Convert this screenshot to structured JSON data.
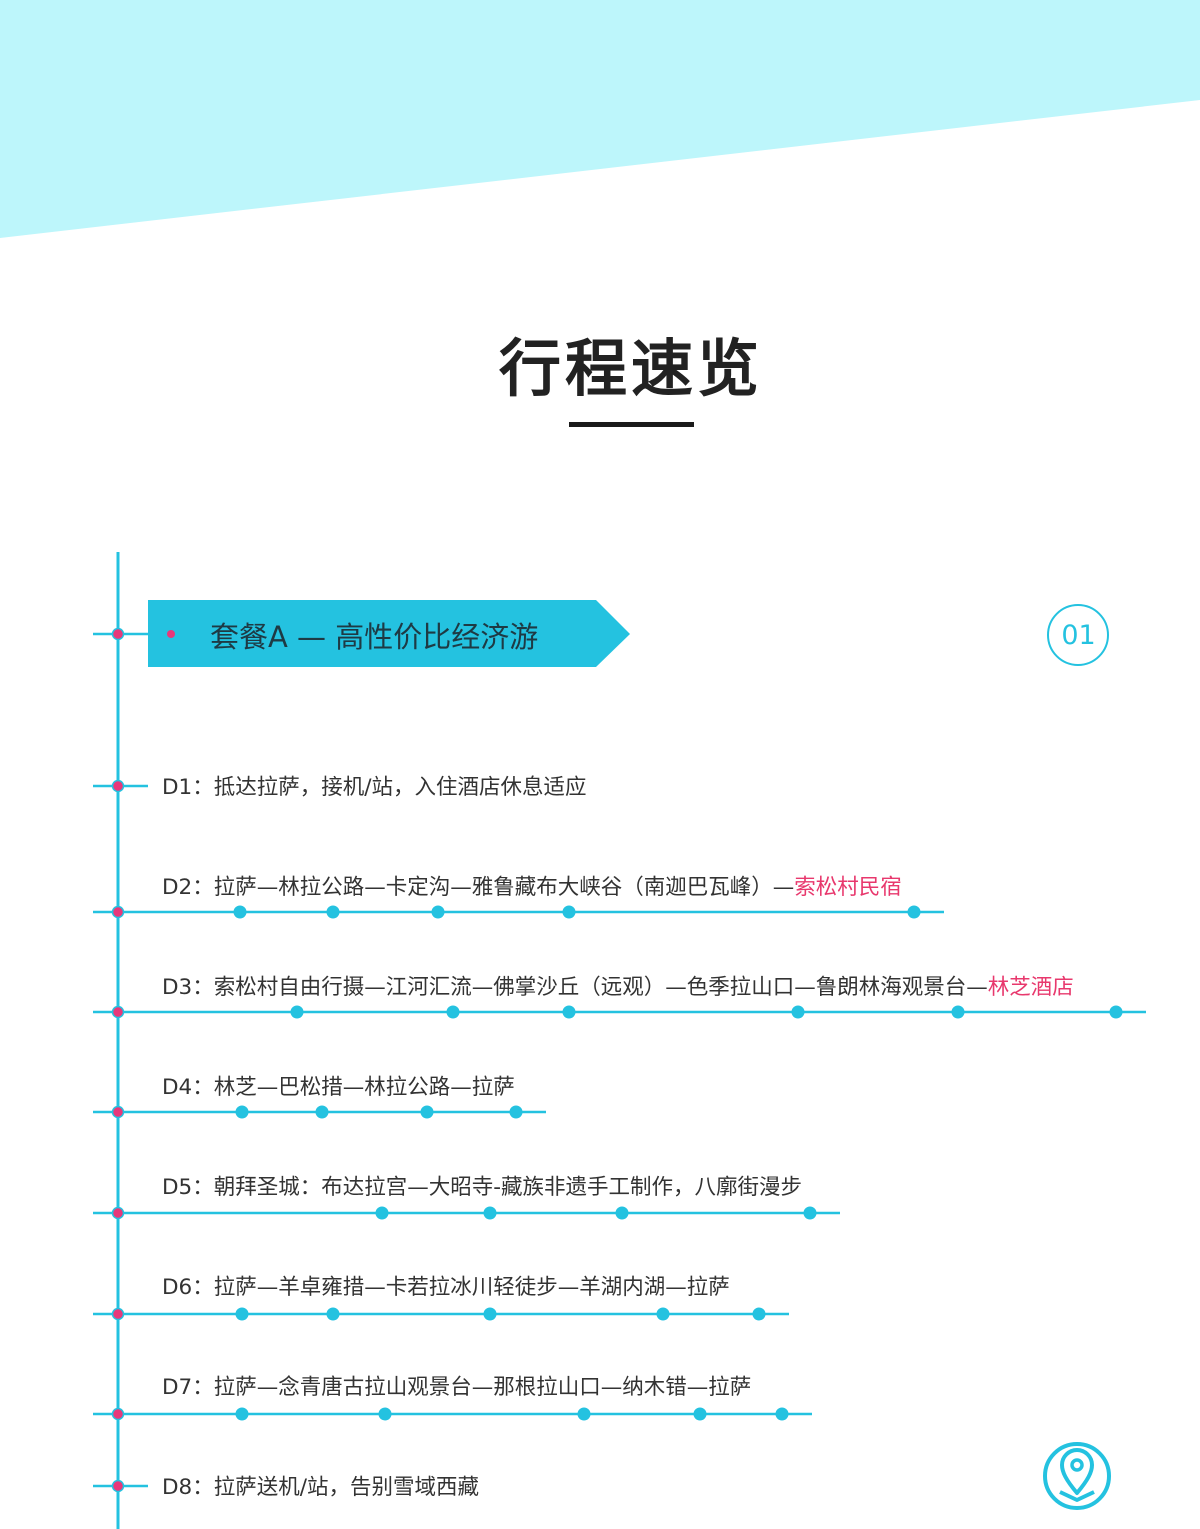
{
  "page_title": "行程速览",
  "package": {
    "title": "套餐A — 高性价比经济游",
    "number": "01"
  },
  "days": [
    {
      "label": "D1：",
      "route": "抵达拉萨，接机/站，入住酒店休息适应",
      "stay": ""
    },
    {
      "label": "D2：",
      "route": "拉萨—林拉公路—卡定沟—雅鲁藏布大峡谷（南迦巴瓦峰）—",
      "stay": "索松村民宿"
    },
    {
      "label": "D3：",
      "route": "索松村自由行摄—江河汇流—佛掌沙丘（远观）—色季拉山口—鲁朗林海观景台—",
      "stay": "林芝酒店"
    },
    {
      "label": "D4：",
      "route": "林芝—巴松措—林拉公路—拉萨",
      "stay": ""
    },
    {
      "label": "D5：",
      "route": "朝拜圣城：布达拉宫—大昭寺-藏族非遗手工制作，八廓街漫步",
      "stay": ""
    },
    {
      "label": "D6：",
      "route": "拉萨—羊卓雍措—卡若拉冰川轻徒步—羊湖内湖—拉萨",
      "stay": ""
    },
    {
      "label": "D7：",
      "route": "拉萨—念青唐古拉山观景台—那根拉山口—纳木错—拉萨",
      "stay": ""
    },
    {
      "label": "D8：",
      "route": "拉萨送机/站，告别雪域西藏",
      "stay": ""
    }
  ],
  "icons": {
    "location": "location-pin-icon"
  },
  "colors": {
    "accent": "#24c2e0",
    "top_band": "#bdf6fb",
    "highlight": "#e8386d",
    "node": "#e8387a"
  }
}
